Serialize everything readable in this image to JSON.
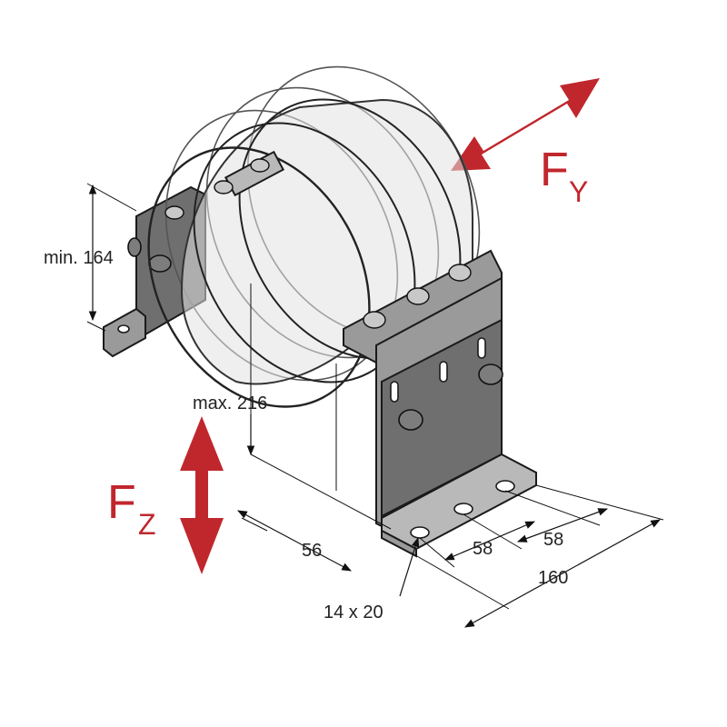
{
  "force_labels": {
    "fy_main": "F",
    "fy_sub": "Y",
    "fz_main": "F",
    "fz_sub": "Z"
  },
  "dimensions": {
    "min_height": "min. 164",
    "max_diameter": "max. 216",
    "depth": "56",
    "hole_spacing_1": "58",
    "hole_spacing_2": "58",
    "total_width": "160",
    "slot_size": "14 x 20"
  },
  "colors": {
    "force_arrow": "#c0272d",
    "metal": "#9a9a9a",
    "outline": "#1a1a1a"
  }
}
